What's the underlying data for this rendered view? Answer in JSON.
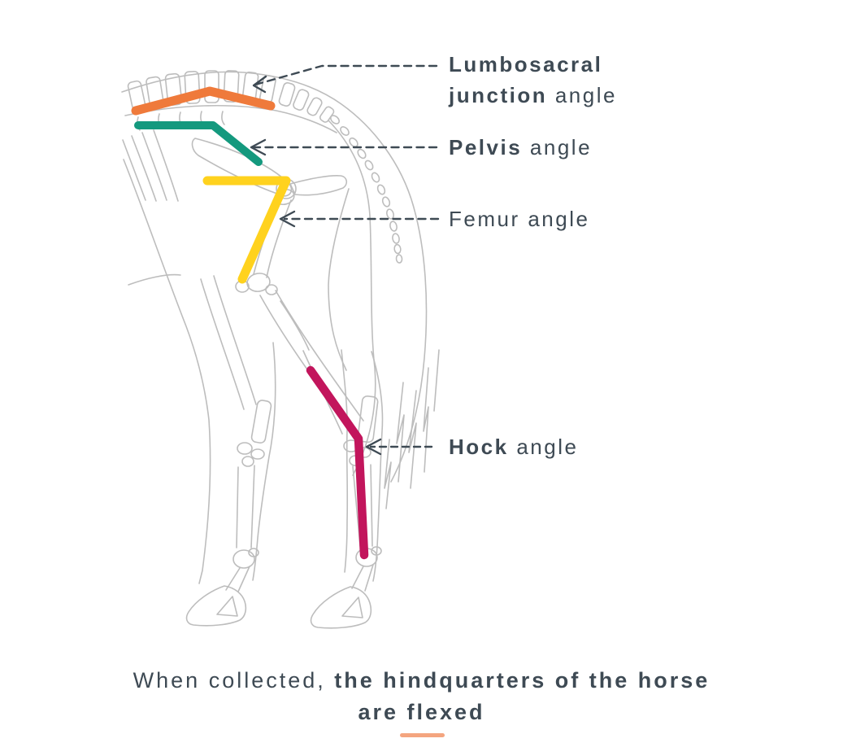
{
  "colors": {
    "background": "#FFFFFF",
    "label_text": "#3E4A54",
    "leader": "#3E4A54",
    "skeleton": "#BDBDBD",
    "lumbosacral": "#EF7A3B",
    "pelvis": "#14997E",
    "femur": "#FFD21E",
    "hock": "#C2155C",
    "underline": "#F4A57F"
  },
  "labels": {
    "lumbosacral": {
      "bold": "Lumbosacral junction",
      "regular": "angle"
    },
    "pelvis": {
      "bold": "Pelvis",
      "regular": "angle"
    },
    "femur": {
      "bold": "",
      "regular": "Femur angle"
    },
    "hock": {
      "bold": "Hock",
      "regular": "angle"
    }
  },
  "caption": {
    "regular": "When collected,",
    "bold": "the hindquarters of the horse are flexed"
  }
}
